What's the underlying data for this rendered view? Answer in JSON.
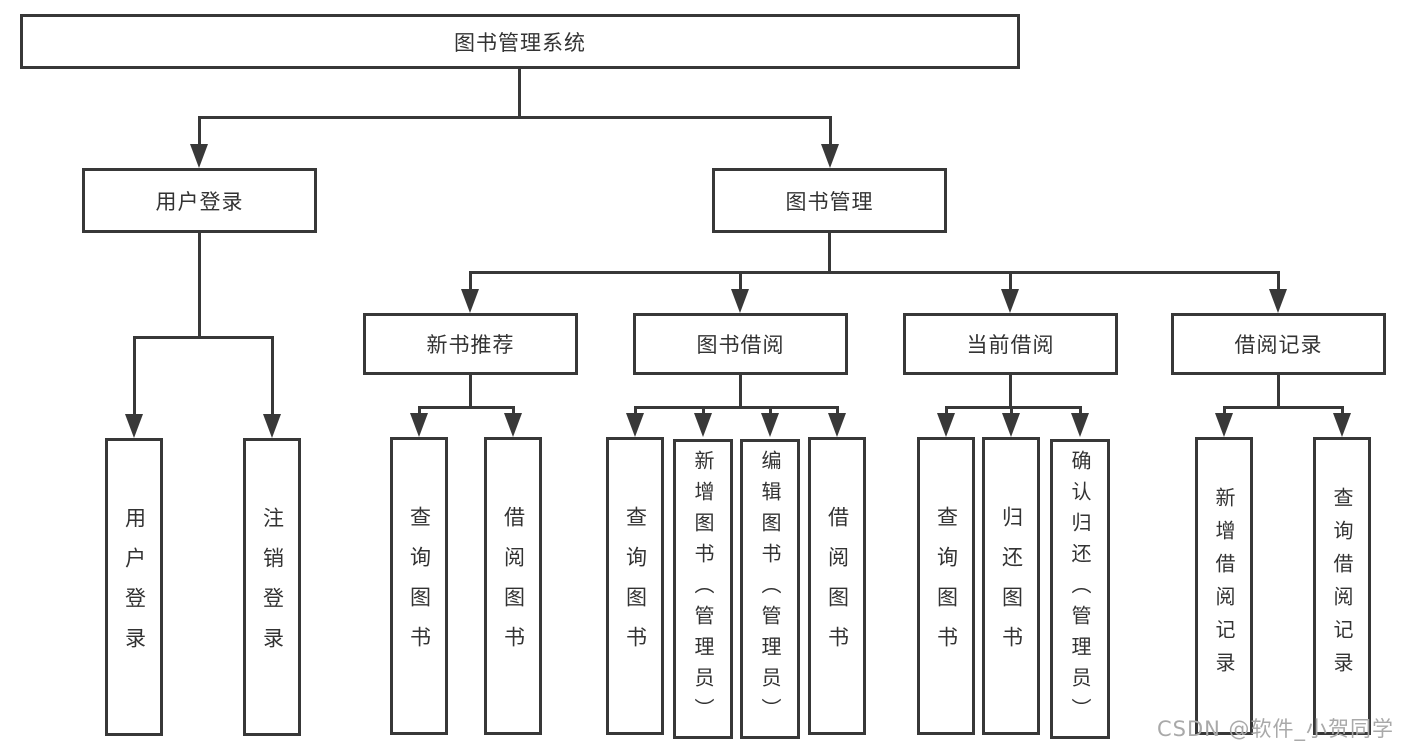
{
  "colors": {
    "line": "#383838",
    "text": "#333333",
    "watermark": "#a9a9a9",
    "background": "#ffffff"
  },
  "tree": {
    "label": "图书管理系统",
    "children": [
      {
        "label": "用户登录",
        "children": [
          {
            "label": "用户登录"
          },
          {
            "label": "注销登录"
          }
        ]
      },
      {
        "label": "图书管理",
        "children": [
          {
            "label": "新书推荐",
            "children": [
              {
                "label": "查询图书"
              },
              {
                "label": "借阅图书"
              }
            ]
          },
          {
            "label": "图书借阅",
            "children": [
              {
                "label": "查询图书"
              },
              {
                "label": "新增图书（管理员）"
              },
              {
                "label": "编辑图书（管理员）"
              },
              {
                "label": "借阅图书"
              }
            ]
          },
          {
            "label": "当前借阅",
            "children": [
              {
                "label": "查询图书"
              },
              {
                "label": "归还图书"
              },
              {
                "label": "确认归还（管理员）"
              }
            ]
          },
          {
            "label": "借阅记录",
            "children": [
              {
                "label": "新增借阅记录"
              },
              {
                "label": "查询借阅记录"
              }
            ]
          }
        ]
      }
    ]
  },
  "watermark": {
    "text": "CSDN @软件_小贺同学"
  }
}
